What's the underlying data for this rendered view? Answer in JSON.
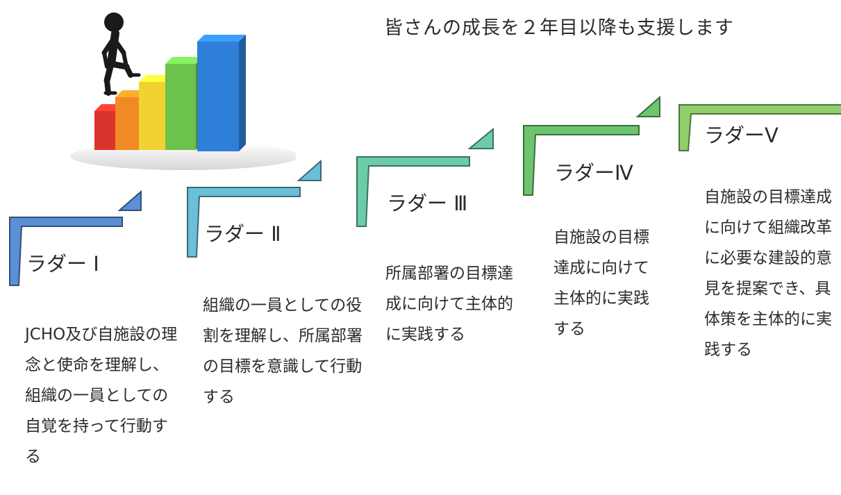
{
  "headline": "皆さんの成長を２年目以降も支援します",
  "illustration": {
    "icon": "person-climbing-bar-steps-icon",
    "bar_colors": [
      "#d9342b",
      "#f08a24",
      "#f2d230",
      "#6cc24a",
      "#2f7fd8"
    ]
  },
  "ladders": [
    {
      "title": "ラダー Ⅰ",
      "description": "JCHO及び自施設の理念と使命を理解し、組織の一員としての自覚を持って行動する",
      "color": "#5b8fd6"
    },
    {
      "title": "ラダー Ⅱ",
      "description": "組織の一員としての役割を理解し、所属部署の目標を意識して行動する",
      "color": "#6bbfd8"
    },
    {
      "title": "ラダー Ⅲ",
      "description": "所属部署の目標達成に向けて主体的に実践する",
      "color": "#6ccca8"
    },
    {
      "title": "ラダーⅣ",
      "description": "自施設の目標達成に向けて主体的に実践する",
      "color": "#6cc46e"
    },
    {
      "title": "ラダーⅤ",
      "description": "自施設の目標達成に向けて組織改革に必要な建設的意見を提案でき、具体策を主体的に実践する",
      "color": "#8fce6a"
    }
  ]
}
